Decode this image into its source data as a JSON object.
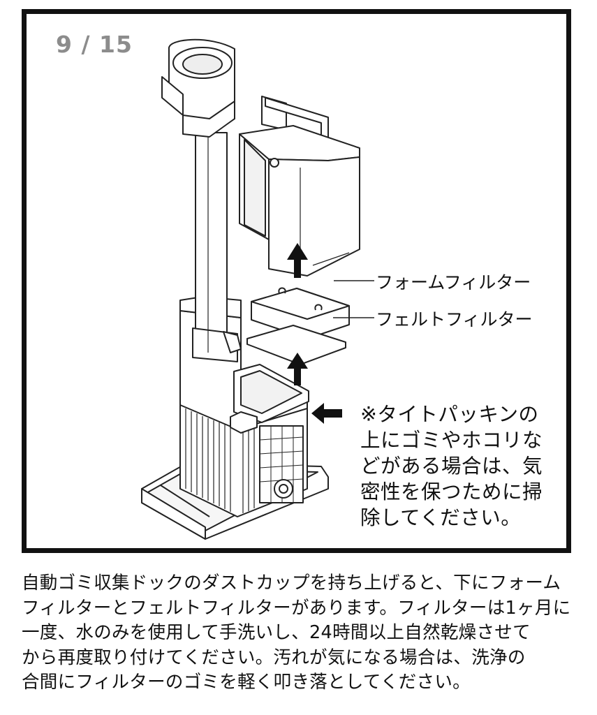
{
  "page_counter": "9 / 15",
  "labels": {
    "foam_filter": "フォームフィルター",
    "felt_filter": "フェルトフィルター"
  },
  "note_lines": [
    "※タイトパッキンの",
    "上にゴミやホコリな",
    "どがある場合は、気",
    "密性を保つために掃",
    "除してください。"
  ],
  "instruction_lines": [
    "自動ゴミ収集ドックのダストカップを持ち上げると、下にフォーム",
    "フィルターとフェルトフィルターがあります。フィルターは1ヶ月に",
    "一度、水のみを使用して手洗いし、24時間以上自然乾燥させて",
    "から再度取り付けてください。汚れが気になる場合は、洗浄の",
    "合間にフィルターのゴミを軽く叩き落としてください。"
  ],
  "colors": {
    "frame": "#111111",
    "counter": "#8c8c8c",
    "line": "#222222"
  }
}
